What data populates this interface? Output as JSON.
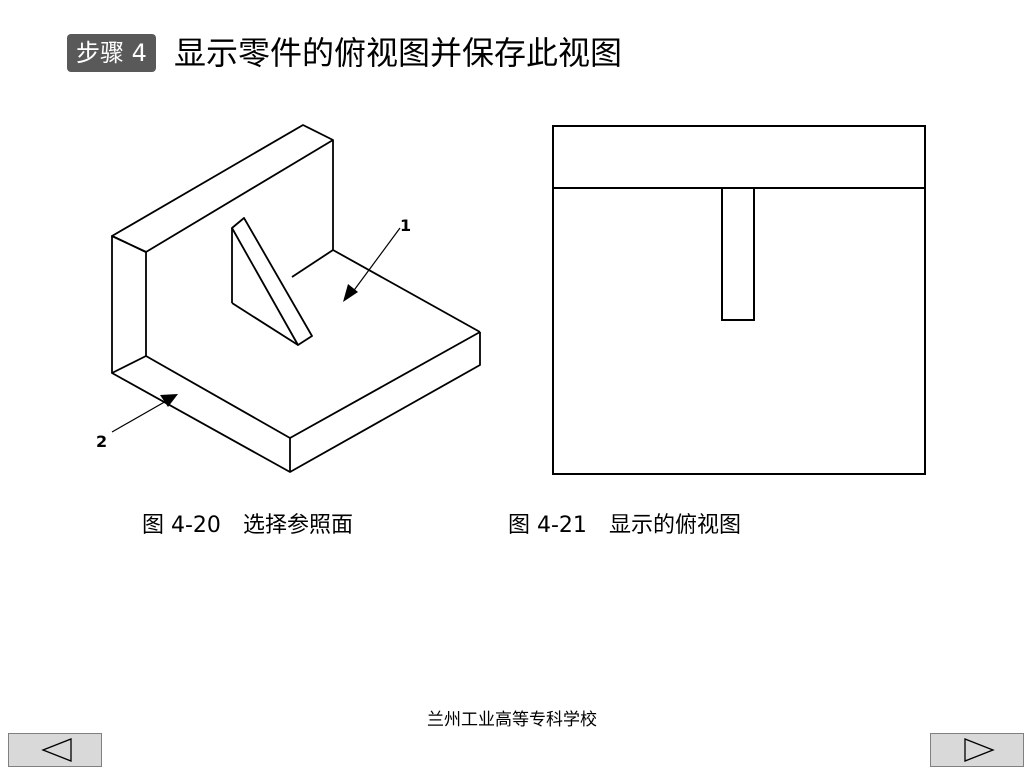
{
  "header": {
    "step_badge": "步骤 4",
    "title": "显示零件的俯视图并保存此视图"
  },
  "figures": [
    {
      "caption_number": "图 4-20",
      "caption_text": "选择参照面",
      "callouts": [
        "1",
        "2"
      ]
    },
    {
      "caption_number": "图 4-21",
      "caption_text": "显示的俯视图"
    }
  ],
  "footer": {
    "school": "兰州工业高等专科学校"
  },
  "nav": {
    "prev_icon": "triangle-left-icon",
    "next_icon": "triangle-right-icon"
  }
}
